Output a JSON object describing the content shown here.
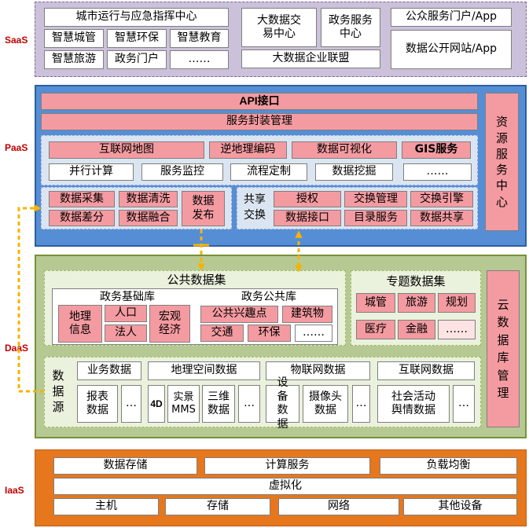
{
  "layers": {
    "saas": "SaaS",
    "paas": "PaaS",
    "daas": "DaaS",
    "iaas": "IaaS"
  },
  "saas": {
    "city_center": "城市运行与应急指挥中心",
    "smart_city": "智慧城管",
    "smart_env": "智慧环保",
    "smart_edu": "智慧教育",
    "smart_travel": "智慧旅游",
    "gov_portal": "政务门户",
    "more": "……",
    "bigdata_trade": "大数据交易中心",
    "gov_service": "政务服务中心",
    "public_portal": "公众服务门户/App",
    "enterprise_union": "大数据企业联盟",
    "open_site": "数据公开网站/App"
  },
  "paas": {
    "api": "API接口",
    "service_pack": "服务封装管理",
    "internet_map": "互联网地图",
    "reverse_geo": "逆地理编码",
    "visualization": "数据可视化",
    "gis": "GIS服务",
    "parallel": "并行计算",
    "monitor": "服务监控",
    "workflow": "流程定制",
    "mining": "数据挖掘",
    "more": "……",
    "collect": "数据采集",
    "clean": "数据清洗",
    "publish": "数据发布",
    "diff": "数据差分",
    "fusion": "数据融合",
    "share_exchange": "共享交换",
    "auth": "授权",
    "exchange_mgmt": "交换管理",
    "exchange_engine": "交换引擎",
    "data_interface": "数据接口",
    "catalog": "目录服务",
    "data_share": "数据共享",
    "resource_center": "资源服务中心"
  },
  "daas": {
    "public_dataset": "公共数据集",
    "gov_base": "政务基础库",
    "geo_info": "地理信息",
    "population": "人口",
    "legal_person": "法人",
    "macro_econ": "宏观经济",
    "gov_public": "政务公共库",
    "poi": "公共兴趣点",
    "building": "建筑物",
    "traffic": "交通",
    "env": "环保",
    "more": "……",
    "topic_dataset": "专题数据集",
    "urban_mgmt": "城管",
    "tourism": "旅游",
    "planning": "规划",
    "medical": "医疗",
    "finance": "金融",
    "topic_more": "……",
    "data_source": "数据源",
    "business_data": "业务数据",
    "geo_spatial": "地理空间数据",
    "iot_data": "物联网数据",
    "internet_data": "互联网数据",
    "report_data": "报表数据",
    "src_more1": "…",
    "four_d": "4D",
    "mms": "实景MMS",
    "three_d": "三维数据",
    "src_more2": "…",
    "device_data": "设备数据",
    "camera_data": "摄像头数据",
    "src_more3": "…",
    "social_data": "社会活动舆情数据",
    "src_more4": "…",
    "cloud_db": "云数据库管理"
  },
  "iaas": {
    "storage_data": "数据存储",
    "compute": "计算服务",
    "load_balance": "负载均衡",
    "virtualization": "虚拟化",
    "host": "主机",
    "storage": "存储",
    "network": "网络",
    "other": "其他设备"
  },
  "colors": {
    "saas_bg": "#ccc1da",
    "paas_bg": "#558ed5",
    "daas_bg": "#b7c993",
    "iaas_bg": "#e46c0a",
    "pink": "#f49ba1",
    "arrow": "#f5b400",
    "label": "#c00000"
  }
}
